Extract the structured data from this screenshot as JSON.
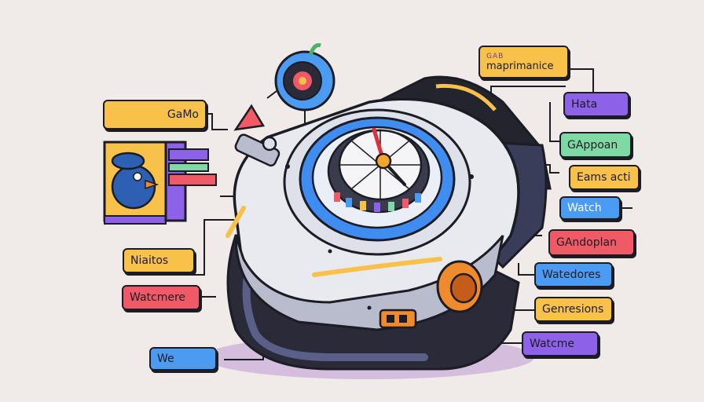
{
  "labels": {
    "mapr_small": "GAB",
    "mapr": "maprimanice",
    "hata": "Hata",
    "gappoan": "GAppoan",
    "eams": "Eams acti",
    "watch": "Watch",
    "gandoplan": "GAndoplan",
    "watedores": "Watedores",
    "genresions": "Genresions",
    "watcme": "Watcme",
    "gamo": "GaMo",
    "niaitos": "Niaitos",
    "watcmere": "Watcmere",
    "we": "We"
  },
  "colors": {
    "background": "#f0ebe8",
    "outline": "#1c1c24",
    "yellow": "#f7c14a",
    "purple": "#8d62e8",
    "green": "#7fd9a4",
    "blue": "#4c9bf2",
    "red": "#f05a66",
    "orange": "#ef8b2c",
    "dial_blue": "#3f8df0"
  }
}
